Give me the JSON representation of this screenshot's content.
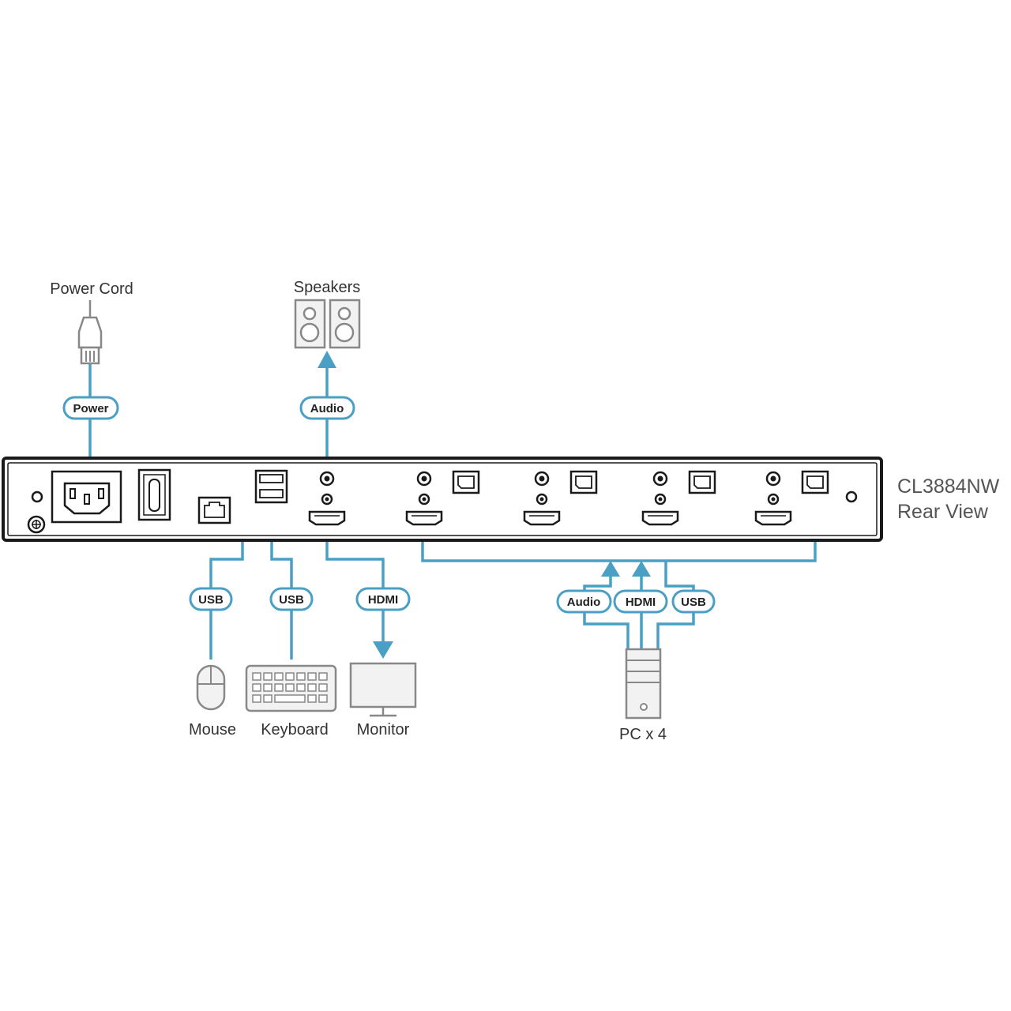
{
  "device": {
    "model": "CL3884NW",
    "view": "Rear View"
  },
  "labels": {
    "power_cord": "Power Cord",
    "speakers": "Speakers",
    "mouse": "Mouse",
    "keyboard": "Keyboard",
    "monitor": "Monitor",
    "pc": "PC x 4"
  },
  "cables": {
    "power": "Power",
    "audio_out": "Audio",
    "usb_mouse": "USB",
    "usb_keyboard": "USB",
    "hdmi_out": "HDMI",
    "pc_audio": "Audio",
    "pc_hdmi": "HDMI",
    "pc_usb": "USB"
  },
  "colors": {
    "cable": "#4aa0c4",
    "chassis": "#1a1a1a",
    "device_outline": "#888888",
    "text": "#333333"
  }
}
